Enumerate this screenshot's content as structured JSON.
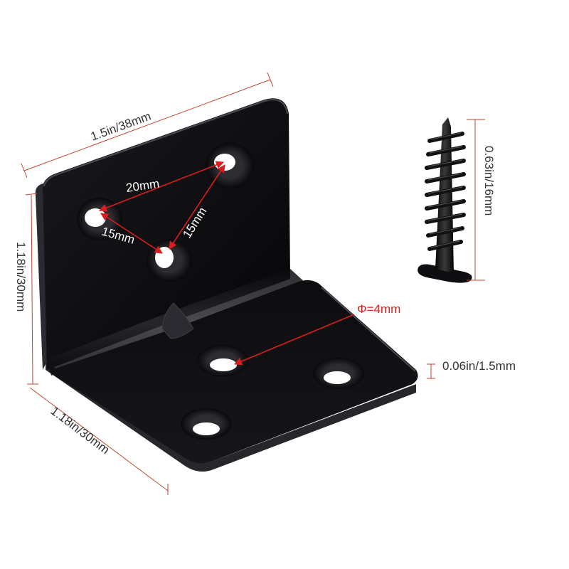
{
  "colors": {
    "background": "#ffffff",
    "bracket_dark": "#0b0b0d",
    "bracket_edge": "#3a3a40",
    "dimension_line": "#c2462f",
    "callout_arrow": "#d81e1e",
    "label_text": "#333333",
    "callout_text": "#ffffff"
  },
  "icons": {
    "bracket": "l-bracket-icon",
    "screw": "screw-icon"
  },
  "dimensions": {
    "top_width": "1.5in/38mm",
    "left_height": "1.18in/30mm",
    "bottom_depth": "1.18in/30mm",
    "screw_length": "0.63in/16mm",
    "thickness": "0.06in/1.5mm",
    "hole_diameter": "Φ=4mm",
    "hole_spacing_top": "20mm",
    "hole_spacing_left": "15mm",
    "hole_spacing_right": "15mm"
  }
}
